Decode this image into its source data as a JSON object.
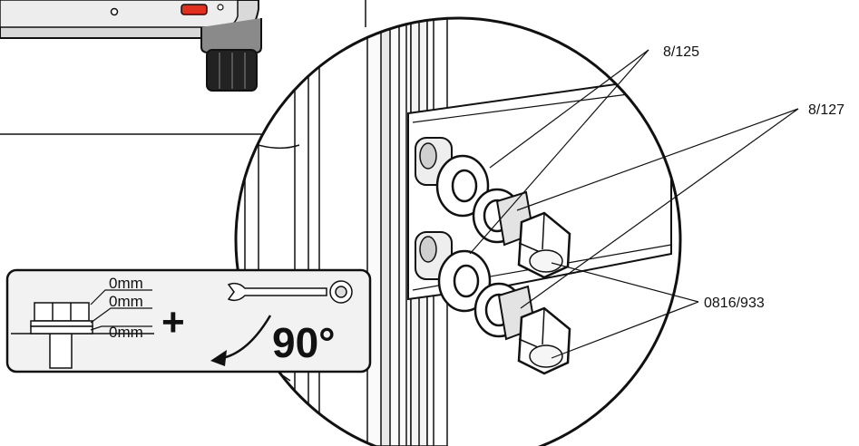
{
  "callouts": {
    "part_8_125": "8/125",
    "part_8_127": "8/127",
    "part_0816_933": "0816/933"
  },
  "torque_box": {
    "gap_1": "0mm",
    "gap_2": "0mm",
    "gap_3": "0mm",
    "plus_sign": "+",
    "rotation": "90°"
  },
  "colors": {
    "line": "#111111",
    "panel_fill": "#f2f2f2",
    "indicator_red": "#e0301e",
    "rubber_foot": "#222222"
  }
}
